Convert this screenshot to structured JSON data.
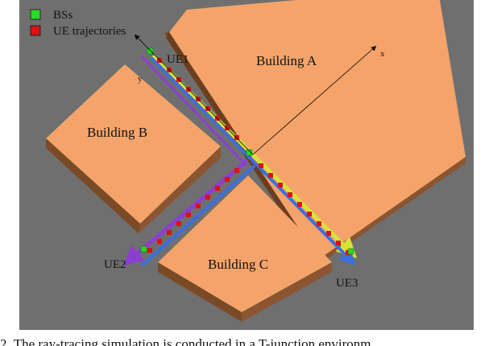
{
  "legend": {
    "bs_label": "BSs",
    "ue_label": "UE trajectories"
  },
  "buildings": {
    "a": "Building A",
    "b": "Building B",
    "c": "Building C"
  },
  "ue_labels": {
    "ue1": "UE1",
    "ue2": "UE2",
    "ue3": "UE3"
  },
  "axes": {
    "x": "x",
    "y": "y"
  },
  "caption": "2. The ray-tracing simulation is conducted in a T-junction environm",
  "colors": {
    "background": "#6f6f6f",
    "building_top": "#f4a46a",
    "building_side": "#7a4a26",
    "bs_marker": "#22dd22",
    "ue_marker": "#dd1111",
    "trajectory_yellow": "#d8e23a",
    "trajectory_blue": "#3a6fe0",
    "trajectory_purple": "#8a3fd0"
  }
}
